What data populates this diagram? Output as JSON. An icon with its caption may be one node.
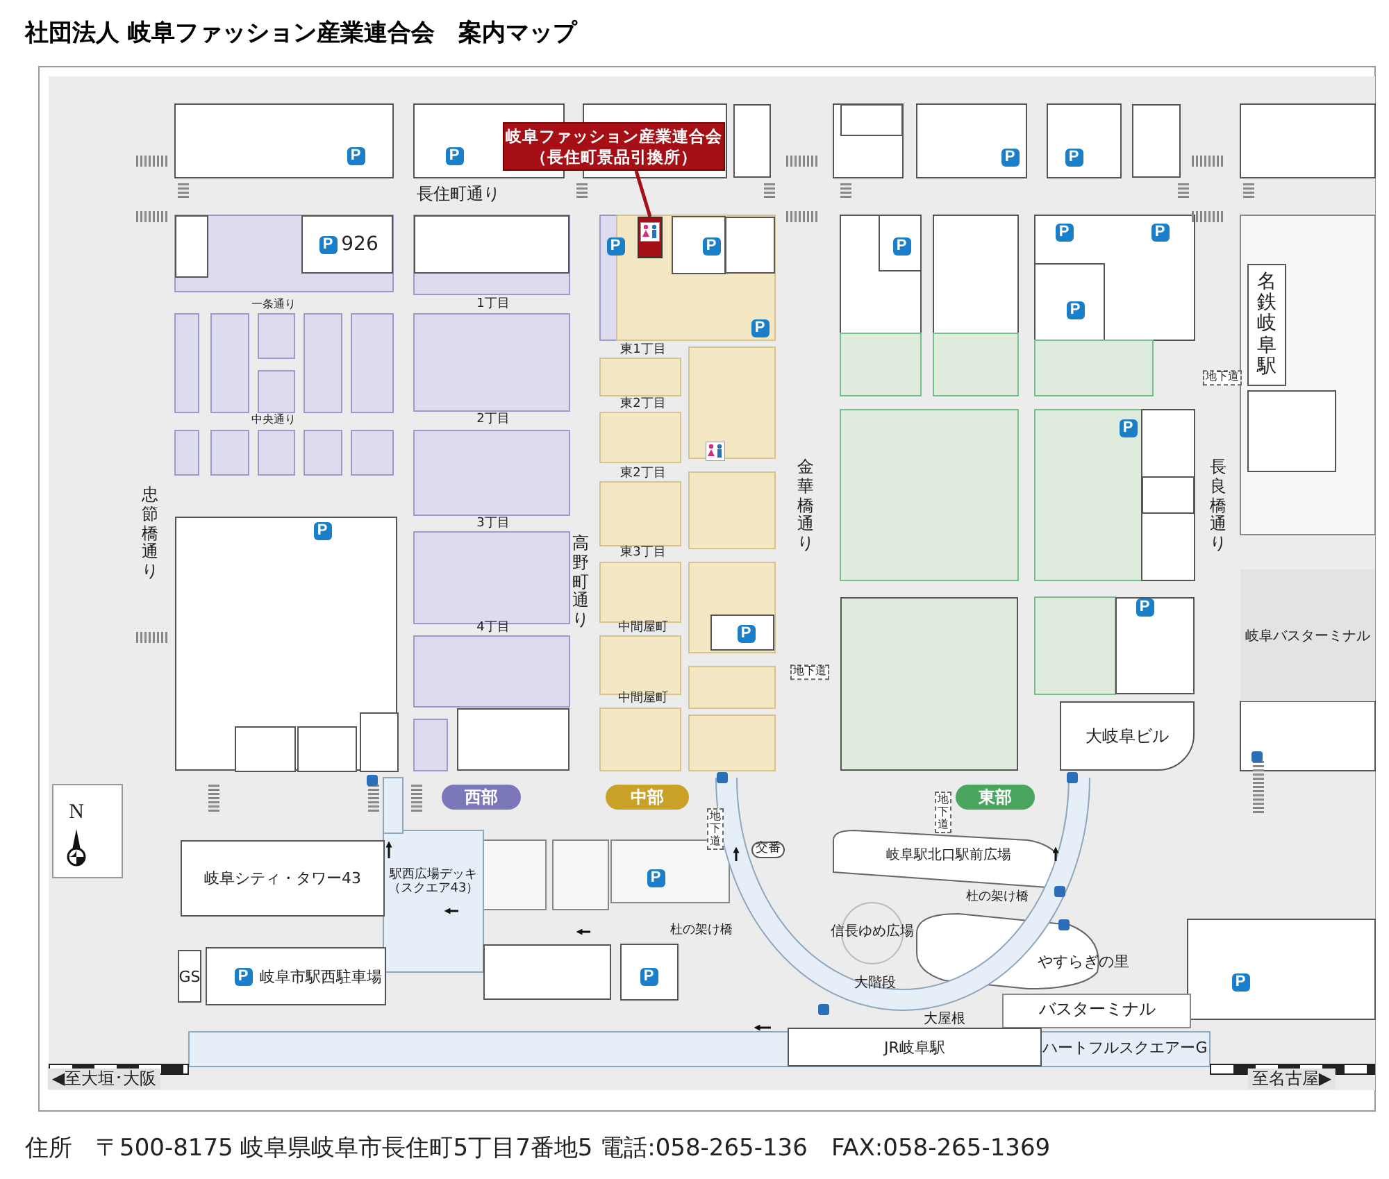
{
  "diagram": {
    "title": "社団法人 岐阜ファッション産業連合会　案内マップ",
    "nodes": [
      {
        "text": [
          "岐阜ファッション産業連合会（長住町景品引換所）"
        ]
      },
      {
        "text": [],
        "shape": "box"
      },
      {
        "text": [],
        "shape": "box"
      },
      {
        "text": [],
        "shape": "box"
      },
      {
        "text": [],
        "shape": "box"
      },
      {
        "text": [],
        "shape": "box"
      },
      {
        "text": [
          "926"
        ]
      },
      {
        "text": [],
        "shape": "box"
      },
      {
        "text": [],
        "shape": "box"
      },
      {
        "text": [
          "名鉄岐阜駅"
        ]
      },
      {
        "text": [],
        "shape": "box"
      },
      {
        "text": [],
        "shape": "box"
      },
      {
        "text": [
          "岐阜バスターミナル"
        ]
      },
      {
        "text": [],
        "shape": "box"
      },
      {
        "text": [],
        "shape": "box",
        "in": 13
      },
      {
        "text": [],
        "shape": "box",
        "in": 13
      },
      {
        "text": [],
        "shape": "box",
        "in": 13
      },
      {
        "text": [],
        "shape": "box"
      },
      {
        "text": [],
        "shape": "box"
      },
      {
        "text": [],
        "shape": "box"
      },
      {
        "text": [
          "大岐阜ビル"
        ]
      },
      {
        "text": [
          "西部"
        ]
      },
      {
        "text": [
          "中部"
        ]
      },
      {
        "text": [
          "東部"
        ]
      },
      {
        "text": [
          "岐阜シティ・タワー43"
        ]
      },
      {
        "text": [
          "GS"
        ]
      },
      {
        "text": [
          "岐阜市駅西駐車場"
        ]
      },
      {
        "text": [],
        "shape": "box"
      },
      {
        "text": [
          "JR岐阜駅"
        ]
      }
    ],
    "edges": [
      {
        "from": 0,
        "to": 1,
        "arrow": "none"
      }
    ],
    "labels": [
      "P",
      "P",
      "P",
      "P",
      "長住町通り",
      "P",
      "P",
      "P",
      "P",
      "P",
      "P",
      "一条通り",
      "1丁目",
      "P",
      "P",
      "東1丁目",
      "地下道",
      "東2丁目",
      "中央通り",
      "2丁目",
      "P",
      "金華橋通り",
      "長良橋通り",
      "東2丁目",
      "忠節橋通り",
      "3丁目",
      "P",
      "高野町通り",
      "東3丁目",
      "P",
      "4丁目",
      "中間屋町",
      "P",
      "地下道",
      "中間屋町",
      "地下道",
      "地下道",
      "N",
      "交番",
      "岐阜駅北口駅前広場",
      "P",
      "駅西広場デッキ（スクエア43）",
      "杜の架け橋",
      "杜の架け橋",
      "信長ゆめ広場",
      "やすらぎの里",
      "P",
      "P",
      "大階段",
      "P",
      "大屋根",
      "バスターミナル",
      "ハートフルスクエアーG",
      "◀至大垣･大阪",
      "至名古屋▶",
      "住所　〒500-8175 岐阜県岐阜市長住町5丁目7番地5 電話:058-265-136　FAX:058-265-1369"
    ]
  }
}
